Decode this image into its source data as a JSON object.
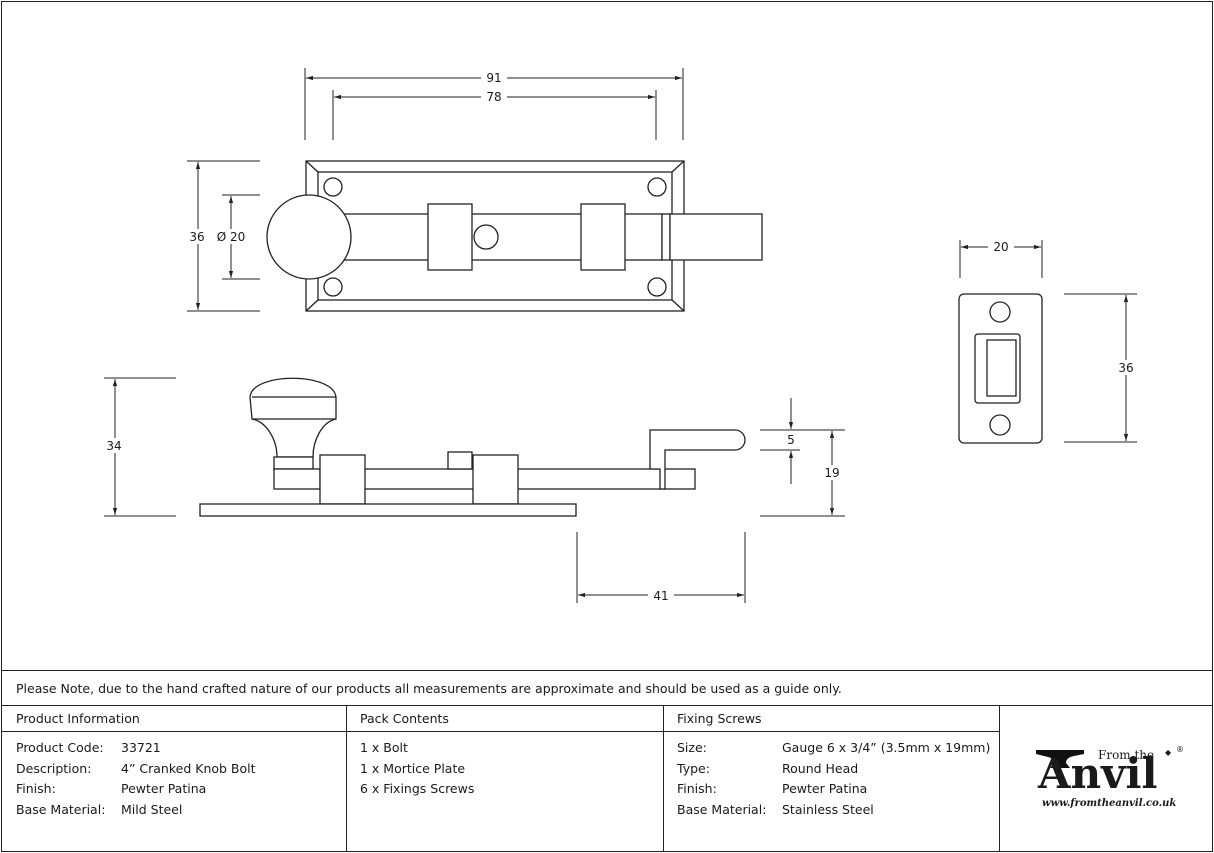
{
  "dimensions": {
    "d91": "91",
    "d78": "78",
    "d36_front": "36",
    "d20_knob": "Ø 20",
    "d20_keep": "20",
    "d36_keep": "36",
    "d34": "34",
    "d5": "5",
    "d19": "19",
    "d41": "41"
  },
  "note": "Please Note, due to the hand crafted nature of our products all measurements are approximate and should be used as a guide only.",
  "product_info": {
    "heading": "Product Information",
    "rows": [
      {
        "label": "Product Code:",
        "value": "33721"
      },
      {
        "label": "Description:",
        "value": "4” Cranked Knob Bolt"
      },
      {
        "label": "Finish:",
        "value": "Pewter Patina"
      },
      {
        "label": "Base Material:",
        "value": "Mild Steel"
      }
    ]
  },
  "pack_contents": {
    "heading": "Pack Contents",
    "items": [
      "1 x Bolt",
      "1 x Mortice Plate",
      "6 x Fixings Screws"
    ]
  },
  "fixing_screws": {
    "heading": "Fixing Screws",
    "rows": [
      {
        "label": "Size:",
        "value": "Gauge 6 x 3/4” (3.5mm x 19mm)"
      },
      {
        "label": "Type:",
        "value": "Round Head"
      },
      {
        "label": "Finish:",
        "value": "Pewter Patina"
      },
      {
        "label": "Base Material:",
        "value": "Stainless Steel"
      }
    ]
  },
  "logo": {
    "from_the": "From the",
    "anvil": "Anvil",
    "registered": "®",
    "url": "www.fromtheanvil.co.uk",
    "icon": "anvil-icon"
  }
}
